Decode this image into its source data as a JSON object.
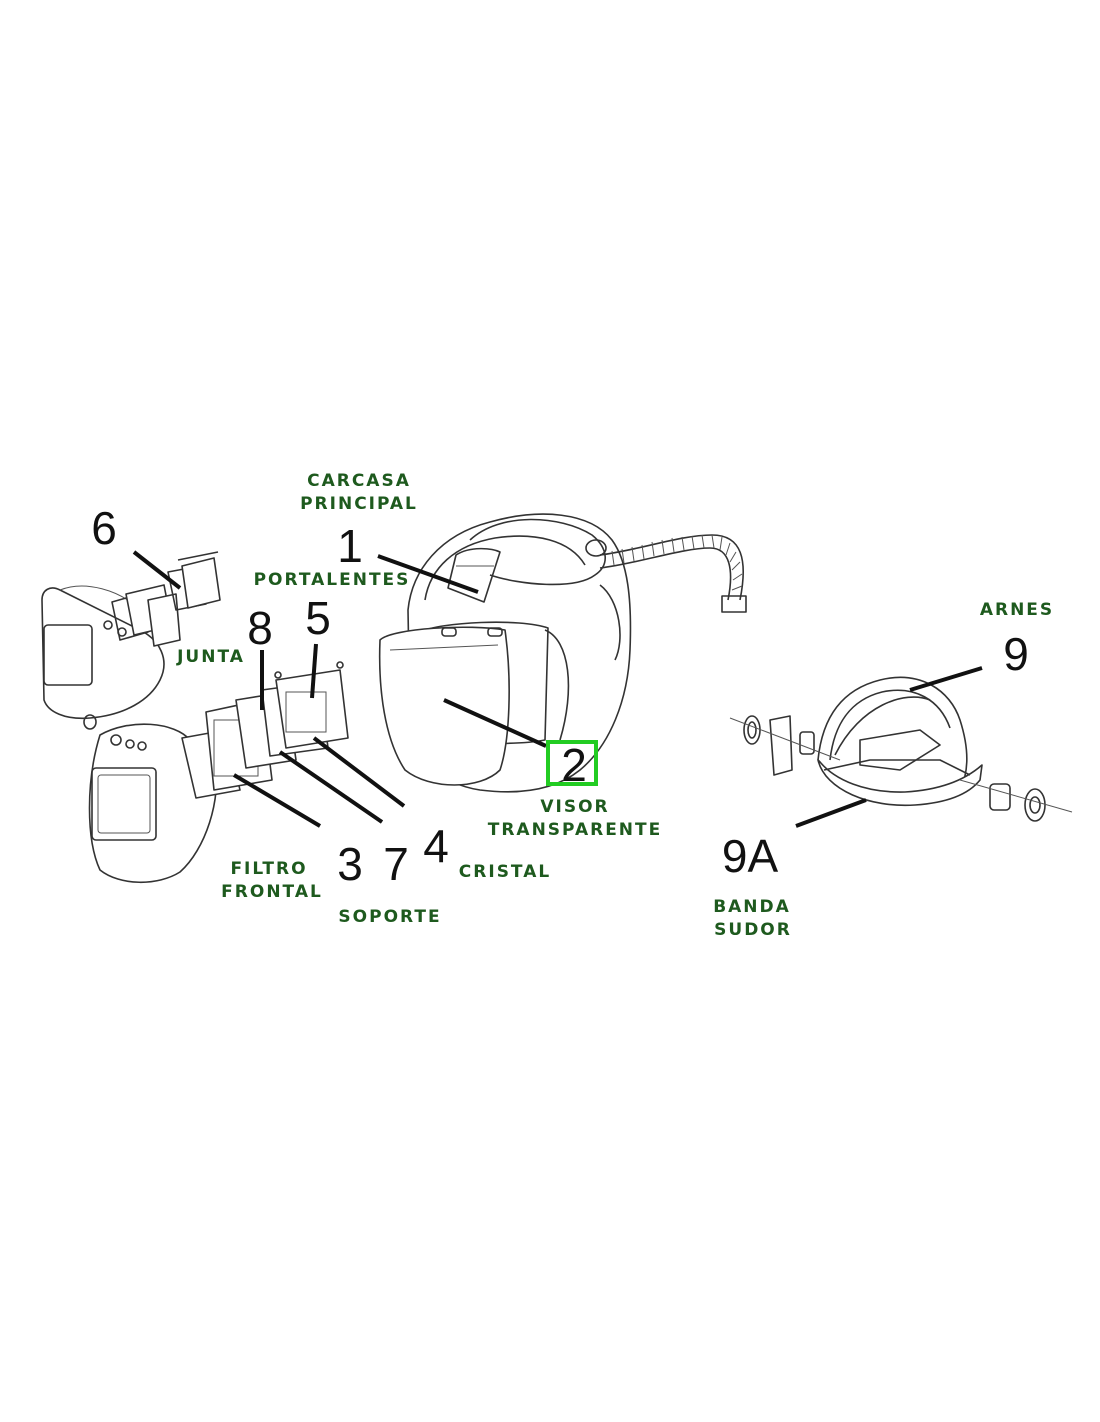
{
  "colors": {
    "label": "#1e5a1e",
    "highlight": "#22cc22",
    "line": "#111111"
  },
  "highlighted_part": "2",
  "parts": [
    {
      "number": "1",
      "label_lines": [
        "CARCASA",
        "PRINCIPAL"
      ]
    },
    {
      "number": "2",
      "label_lines": [
        "VISOR",
        "TRANSPARENTE"
      ]
    },
    {
      "number": "3",
      "label_lines": [
        "FILTRO",
        "FRONTAL"
      ]
    },
    {
      "number": "4",
      "label_lines": [
        "CRISTAL"
      ]
    },
    {
      "number": "5",
      "label_lines": [
        "PORTALENTES"
      ]
    },
    {
      "number": "6",
      "label_lines": [
        "JUNTA"
      ]
    },
    {
      "number": "7",
      "label_lines": [
        "SOPORTE"
      ]
    },
    {
      "number": "8",
      "label_lines": []
    },
    {
      "number": "9",
      "label_lines": [
        "ARNES"
      ]
    },
    {
      "number": "9A",
      "label_lines": [
        "BANDA",
        "SUDOR"
      ]
    }
  ]
}
